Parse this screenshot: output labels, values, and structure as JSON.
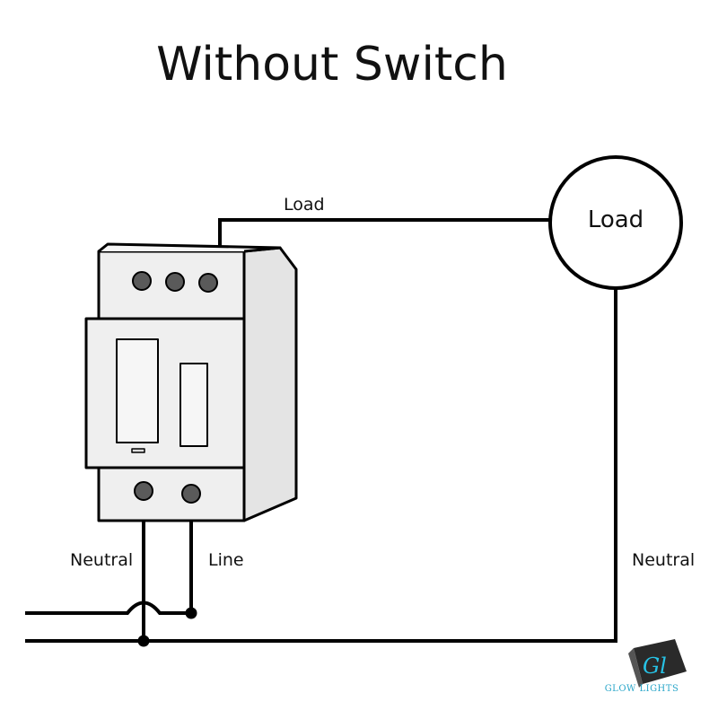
{
  "title": "Without Switch",
  "labels": {
    "load_wire": "Load",
    "load_circle": "Load",
    "neutral_left": "Neutral",
    "line": "Line",
    "neutral_right": "Neutral"
  },
  "logo": {
    "letters": "Gl",
    "brand": "GLOW LIGHTS",
    "brand_color": "#2aa6c9"
  },
  "colors": {
    "wire": "#000000",
    "device_fill": "#efefef",
    "device_shade": "#e2e2e2",
    "terminal": "#555555",
    "logo_dark": "#2a2a2a",
    "logo_accent": "#27c3e6"
  }
}
